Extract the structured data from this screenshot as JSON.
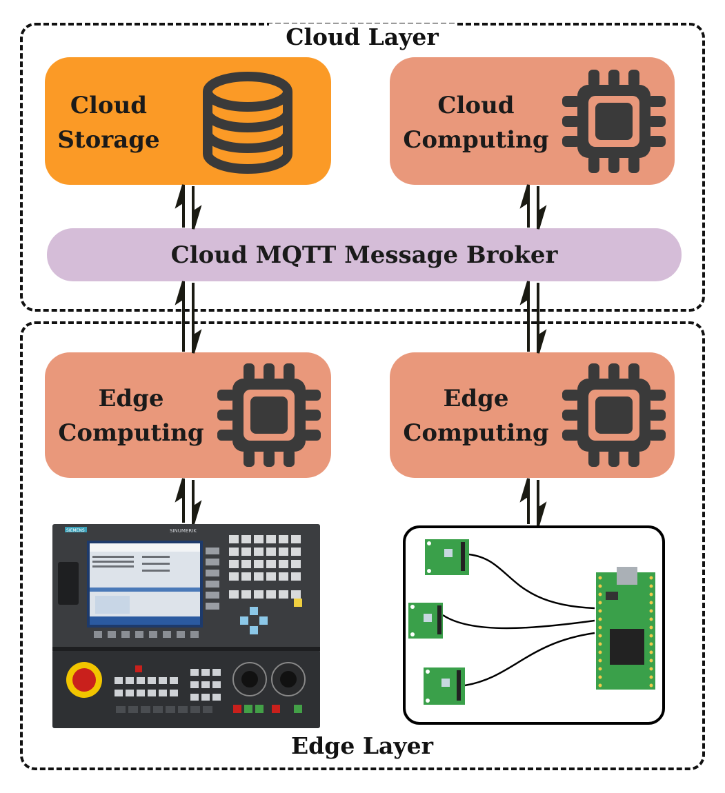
{
  "cloud_layer": {
    "title": "Cloud Layer",
    "storage": {
      "line1": "Cloud",
      "line2": "Storage",
      "color": "#FB9A26",
      "icon": "database-icon"
    },
    "computing": {
      "line1": "Cloud",
      "line2": "Computing",
      "color": "#E9987B",
      "icon": "cpu-chip-icon"
    }
  },
  "broker": {
    "label": "Cloud MQTT Message Broker",
    "color": "#D5BDD8"
  },
  "edge_layer": {
    "title": "Edge Layer",
    "edge_left": {
      "line1": "Edge",
      "line2": "Computing",
      "color": "#E9987B",
      "icon": "cpu-chip-icon"
    },
    "edge_right": {
      "line1": "Edge",
      "line2": "Computing",
      "color": "#E9987B",
      "icon": "cpu-chip-icon"
    },
    "cnc_panel": {
      "brand": "SIEMENS",
      "model": "SINUMERIK"
    },
    "sensor_board": {
      "icon": "microcontroller-with-sensors-icon"
    }
  },
  "colors": {
    "icon_dark": "#3a3a3a",
    "arrow": "#1a1a12"
  }
}
